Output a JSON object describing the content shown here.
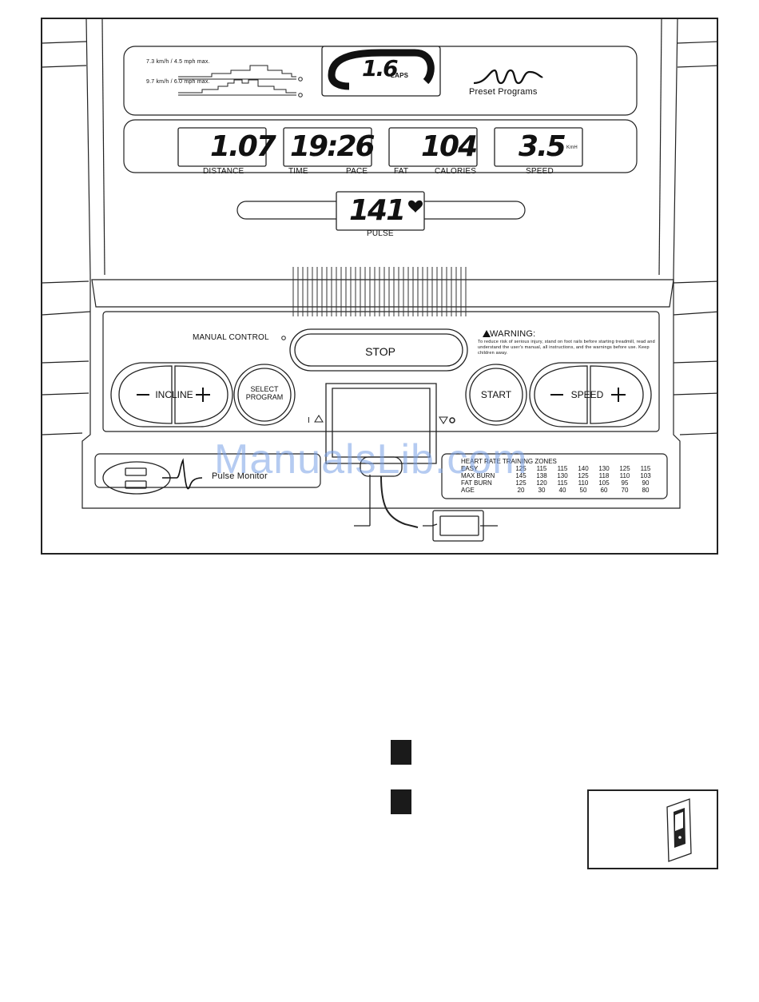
{
  "profiles": {
    "profile_1": "7.3 km/h / 4.5 mph max.",
    "profile_2": "9.7 km/h / 6.0 mph max."
  },
  "track_display": {
    "value": "1.6",
    "unit": "LAPS"
  },
  "preset": {
    "label": "Preset Programs"
  },
  "displays": {
    "distance": {
      "value": "1.07",
      "label": "DISTANCE"
    },
    "time": {
      "value": "19:26",
      "label_1": "TIME",
      "label_2": "PACE"
    },
    "calories": {
      "value": "104",
      "label_1": "FAT",
      "label_2": "CALORIES"
    },
    "speed": {
      "value": "3.5",
      "unit": "KmH",
      "label": "SPEED"
    },
    "pulse": {
      "value": "141",
      "label": "PULSE"
    }
  },
  "controls": {
    "manual_control": "MANUAL CONTROL",
    "stop": "STOP",
    "start": "START",
    "incline": "INCLINE",
    "speed": "SPEED",
    "select_1": "SELECT",
    "select_2": "PROGRAM",
    "key_1": "I",
    "key_2": "O"
  },
  "warning": {
    "title": "WARNING:",
    "text": "To reduce risk of serious injury, stand on foot rails before starting treadmill, read and understand the user's manual, all instructions, and the warnings before use. Keep children away."
  },
  "pulse_monitor": {
    "label": "Pulse Monitor"
  },
  "heart_zones": {
    "title": "HEART RATE TRAINING ZONES",
    "rows": [
      {
        "label": "EASY",
        "values": [
          "125",
          "115",
          "115",
          "140",
          "130",
          "125",
          "115"
        ]
      },
      {
        "label": "MAX BURN",
        "values": [
          "145",
          "138",
          "130",
          "125",
          "118",
          "110",
          "103"
        ]
      },
      {
        "label": "FAT BURN",
        "values": [
          "125",
          "120",
          "115",
          "110",
          "105",
          "95",
          "90"
        ]
      },
      {
        "label": "AGE",
        "values": [
          "20",
          "30",
          "40",
          "50",
          "60",
          "70",
          "80"
        ]
      }
    ]
  },
  "watermark": "ManualsLib.com",
  "colors": {
    "ink": "#111111",
    "watermark": "#78a0e6"
  }
}
